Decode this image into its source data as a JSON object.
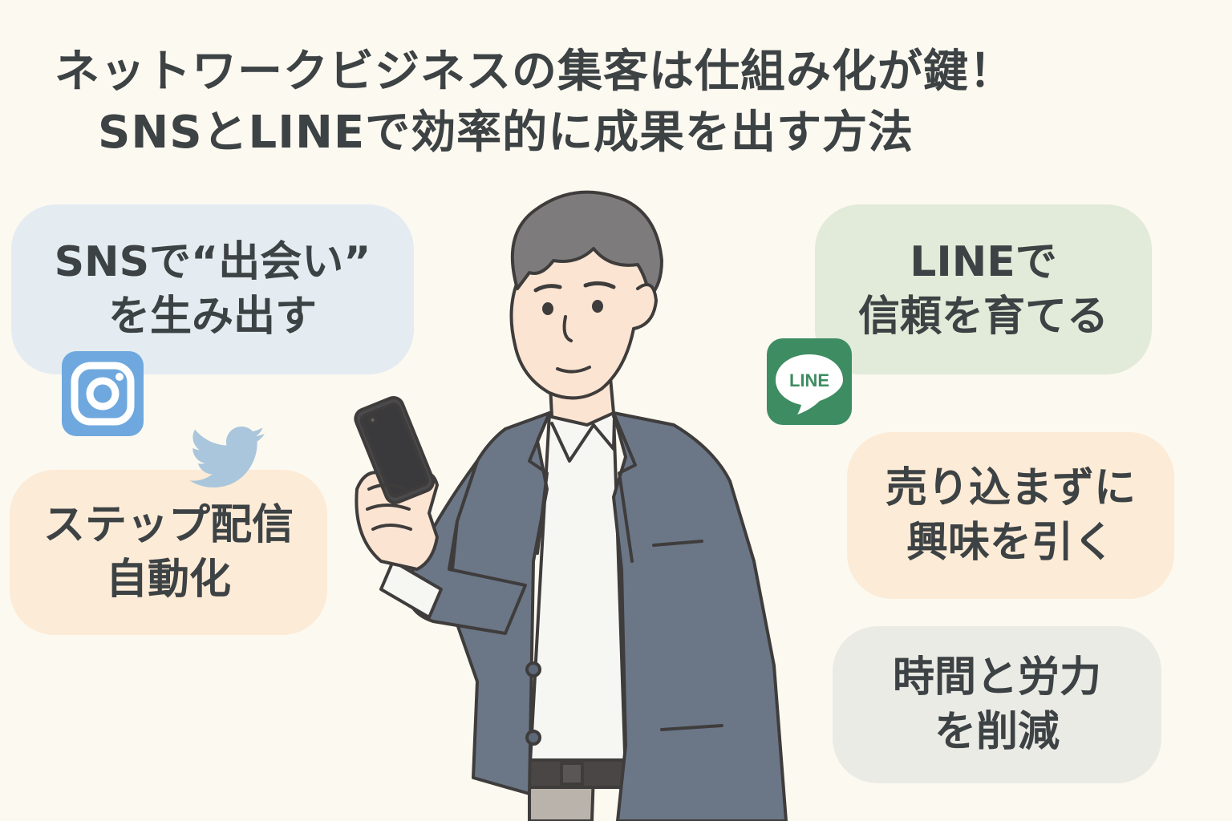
{
  "title": {
    "line1": "ネットワークビジネスの集客は仕組み化が鍵！",
    "line2": "SNSとLINEで効率的に成果を出す方法"
  },
  "bubbles": {
    "sns": [
      "SNSで“出会い”",
      "を生み出す"
    ],
    "step": [
      "ステップ配信",
      "自動化"
    ],
    "line": [
      "LINEで",
      "信頼を育てる"
    ],
    "interest": [
      "売り込まずに",
      "興味を引く"
    ],
    "time": [
      "時間と労力",
      "を削減"
    ]
  },
  "icons": {
    "instagram": "instagram-icon",
    "twitter": "twitter-bird-icon",
    "line": "line-app-icon",
    "line_label": "LINE"
  },
  "colors": {
    "background": "#fcf9f0",
    "text": "#3d4244",
    "instagram_tile": "#6fa8de",
    "line_tile": "#3e8c62",
    "twitter_bird": "#a9c6dc",
    "jacket": "#6b7787"
  }
}
